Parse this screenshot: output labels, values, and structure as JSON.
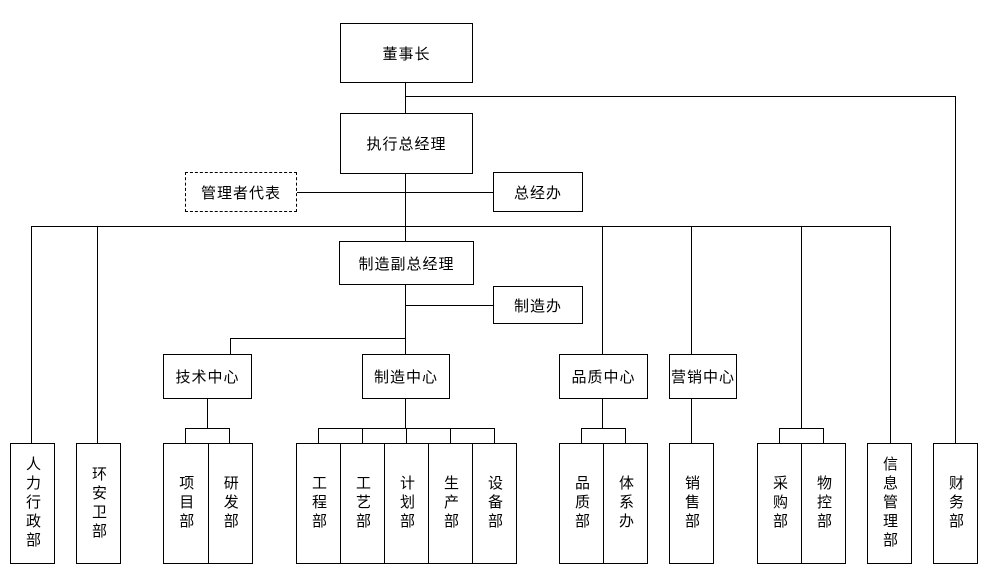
{
  "org": {
    "chairman": "董事长",
    "executive_gm": "执行总经理",
    "management_rep": "管理者代表",
    "gm_office": "总经办",
    "manufacturing_vp": "制造副总经理",
    "manufacturing_office": "制造办",
    "centers": {
      "tech": "技术中心",
      "manufacturing": "制造中心",
      "quality": "品质中心",
      "marketing": "营销中心"
    },
    "departments": {
      "hr_admin": "人力行政部",
      "ehs": "环安卫部",
      "project": "项目部",
      "rnd": "研发部",
      "engineering": "工程部",
      "process": "工艺部",
      "planning": "计划部",
      "production": "生产部",
      "equipment": "设备部",
      "quality": "品质部",
      "system_office": "体系办",
      "sales": "销售部",
      "purchasing": "采购部",
      "material_control": "物控部",
      "info_mgmt": "信息管理部",
      "finance": "财务部"
    }
  },
  "colors": {
    "background": "#ffffff",
    "line": "#000000",
    "box_border": "#000000",
    "text": "#000000"
  }
}
